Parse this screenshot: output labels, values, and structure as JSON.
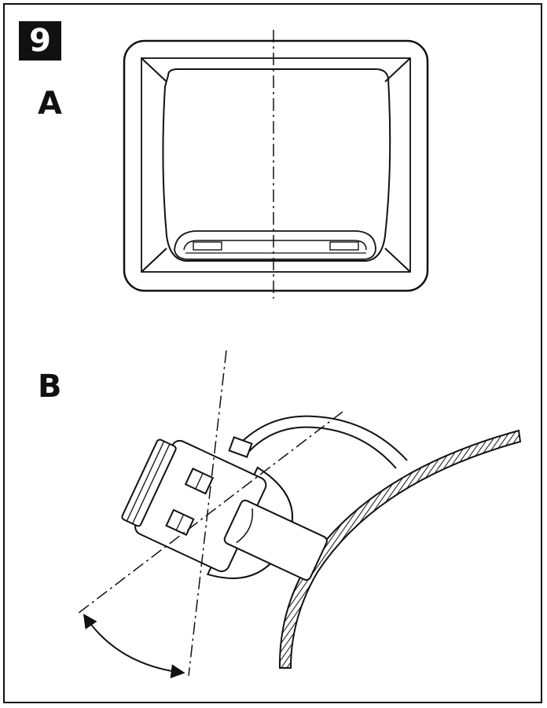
{
  "figure": {
    "step_number": "9",
    "panels": [
      {
        "label": "A",
        "view": "mounted-sensor-top-view"
      },
      {
        "label": "B",
        "view": "sensor-tilt-angle-side-view"
      }
    ],
    "colors": {
      "ink": "#111111",
      "paper": "#ffffff"
    },
    "icons": [
      "double-headed-arc-arrow",
      "centerline"
    ]
  }
}
